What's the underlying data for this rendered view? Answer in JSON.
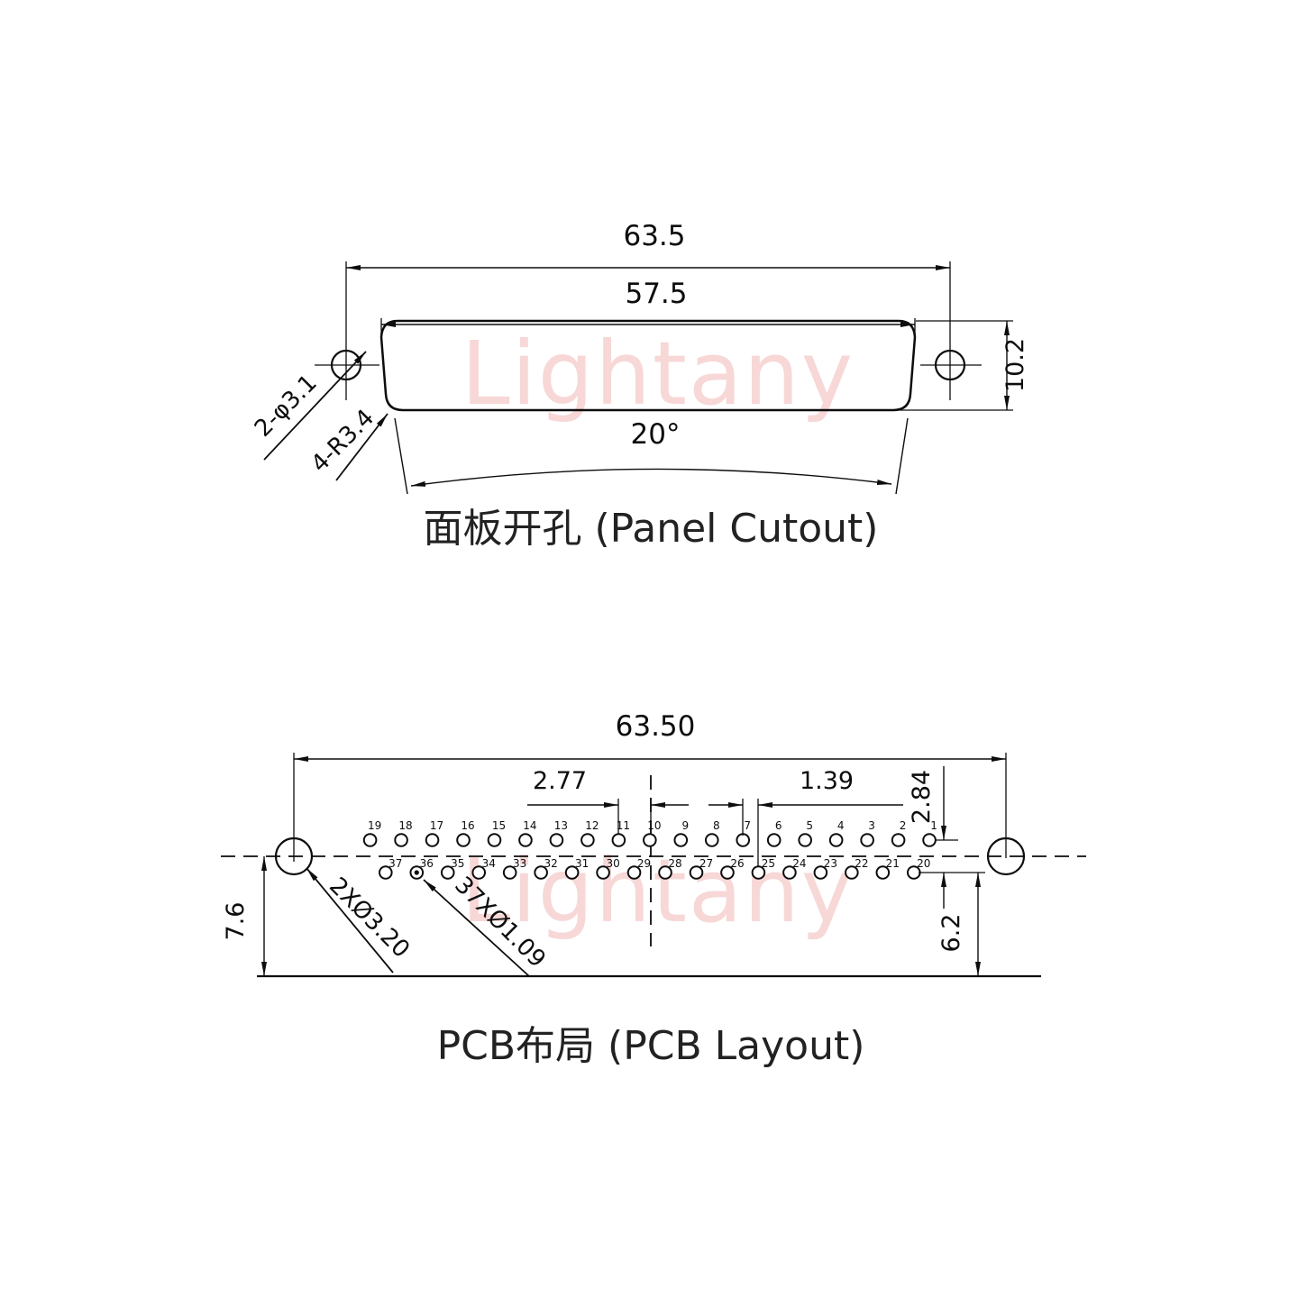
{
  "watermark": {
    "text": "Lightany"
  },
  "panel_cutout": {
    "title": "面板开孔 (Panel Cutout)",
    "dim_overall": "63.5",
    "dim_cutout": "57.5",
    "dim_height": "10.2",
    "dim_angle": "20°",
    "label_mount_holes": "2-φ3.1",
    "label_corner_radius": "4-R3.4"
  },
  "pcb_layout": {
    "title": "PCB布局 (PCB Layout)",
    "dim_overall": "63.50",
    "dim_pitch": "2.77",
    "dim_offset": "1.39",
    "dim_row_gap": "2.84",
    "dim_left_height": "7.6",
    "dim_right_height": "6.2",
    "label_mount_holes": "2XØ3.20",
    "label_pin_holes": "37XØ1.09",
    "pins": {
      "top_row": [
        19,
        18,
        17,
        16,
        15,
        14,
        13,
        12,
        11,
        10,
        9,
        8,
        7,
        6,
        5,
        4,
        3,
        2,
        1
      ],
      "bottom_row": [
        37,
        36,
        35,
        34,
        33,
        32,
        31,
        30,
        29,
        28,
        27,
        26,
        25,
        24,
        23,
        22,
        21,
        20
      ],
      "dot_pin": 36
    }
  }
}
